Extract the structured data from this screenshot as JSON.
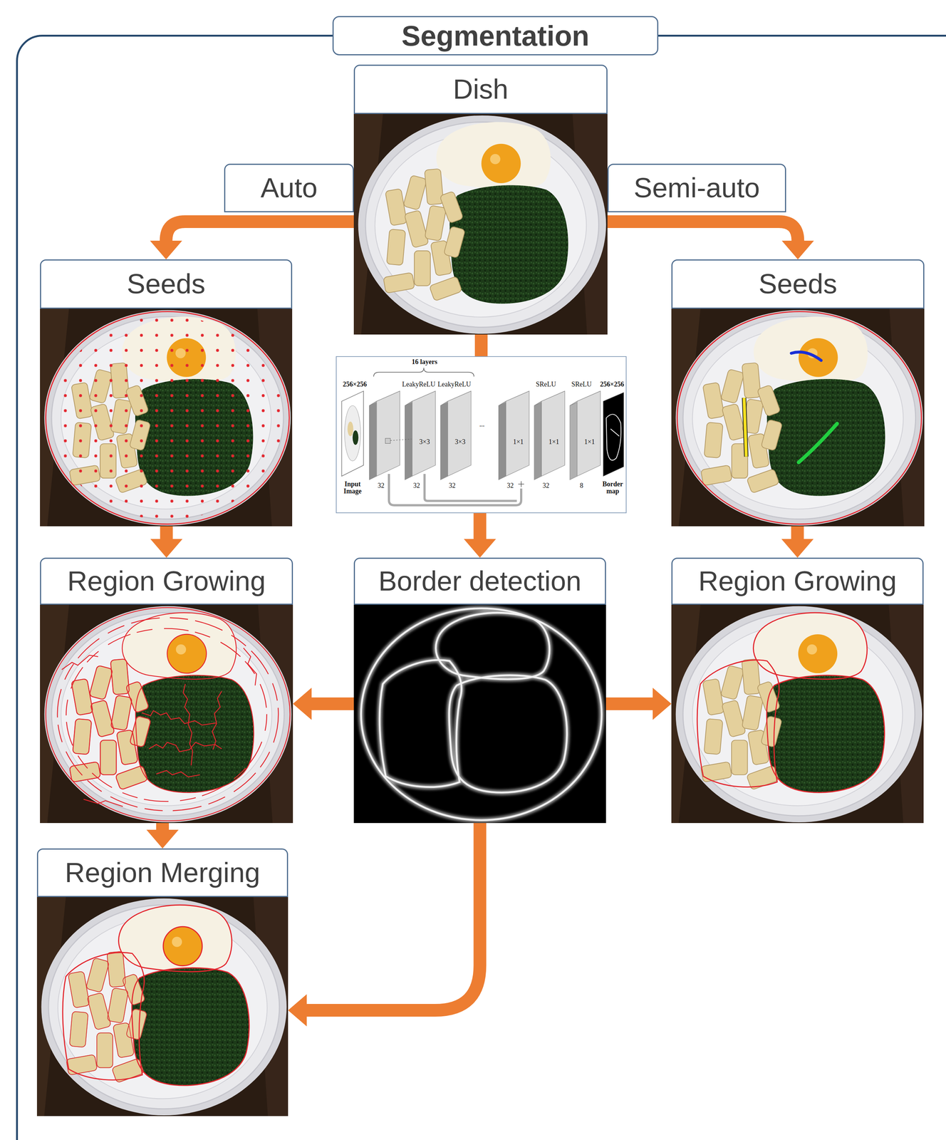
{
  "diagram": {
    "nodes": [
      {
        "text": [
          "Segmentation"
        ]
      },
      {
        "text": [
          "Dish"
        ],
        "in": 0
      },
      {
        "text": [
          "Seeds"
        ],
        "in": 0
      },
      {
        "text": [
          "Seeds"
        ],
        "in": 0
      },
      {
        "text": [
          "16 layers",
          "256×256",
          "LeakyReLU",
          "LeakyReLU",
          "SReLU",
          "SReLU",
          "256×256",
          "...",
          "3×3",
          "3×3",
          "1×1",
          "1×1",
          "1×1",
          "Input Image",
          "32",
          "32",
          "32",
          "32",
          "32",
          "8",
          "Border map"
        ],
        "in": 0
      },
      {
        "text": [
          "Region Growing"
        ],
        "in": 0
      },
      {
        "text": [
          "Border detection"
        ],
        "in": 0
      },
      {
        "text": [
          "Region Growing"
        ],
        "in": 0
      },
      {
        "text": [
          "Region Merging"
        ],
        "in": 0
      }
    ],
    "edges": [
      {
        "from": 1,
        "to": 2,
        "arrow": "to",
        "label": "Auto"
      },
      {
        "from": 1,
        "to": 3,
        "arrow": "to",
        "label": "Semi-auto"
      },
      {
        "from": 1,
        "to": 4,
        "arrow": "none"
      },
      {
        "from": 4,
        "to": 6,
        "arrow": "to"
      },
      {
        "from": 2,
        "to": 5,
        "arrow": "to"
      },
      {
        "from": 3,
        "to": 7,
        "arrow": "to"
      },
      {
        "from": 6,
        "to": 5,
        "arrow": "to"
      },
      {
        "from": 6,
        "to": 7,
        "arrow": "to"
      },
      {
        "from": 5,
        "to": 8,
        "arrow": "to"
      },
      {
        "from": 6,
        "to": 8,
        "arrow": "to"
      }
    ]
  }
}
